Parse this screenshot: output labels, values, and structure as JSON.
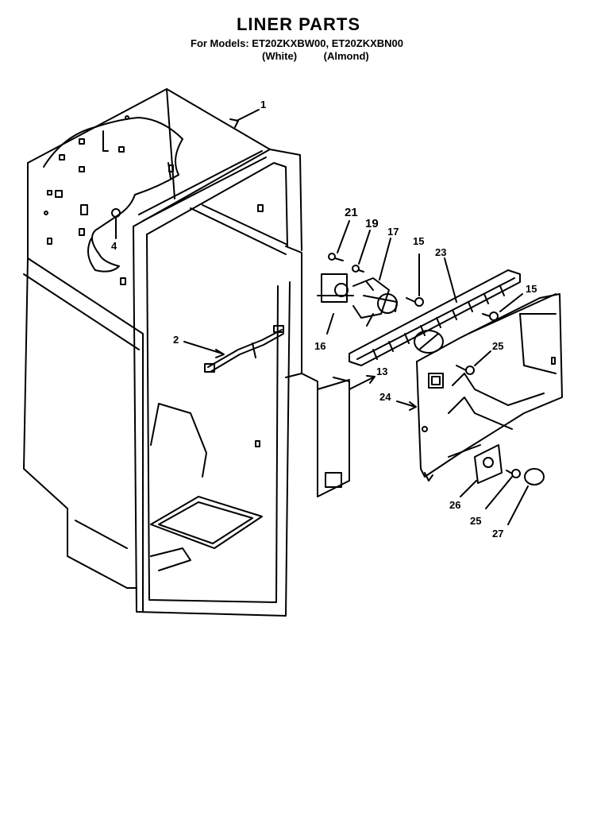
{
  "title": "LINER PARTS",
  "models_line": "For Models: ET20ZKXBW00, ET20ZKXBN00",
  "variants": [
    "(White)",
    "(Almond)"
  ],
  "callouts": [
    "1",
    "2",
    "4",
    "13",
    "15",
    "15",
    "16",
    "17",
    "19",
    "21",
    "23",
    "24",
    "25",
    "25",
    "26",
    "27"
  ]
}
